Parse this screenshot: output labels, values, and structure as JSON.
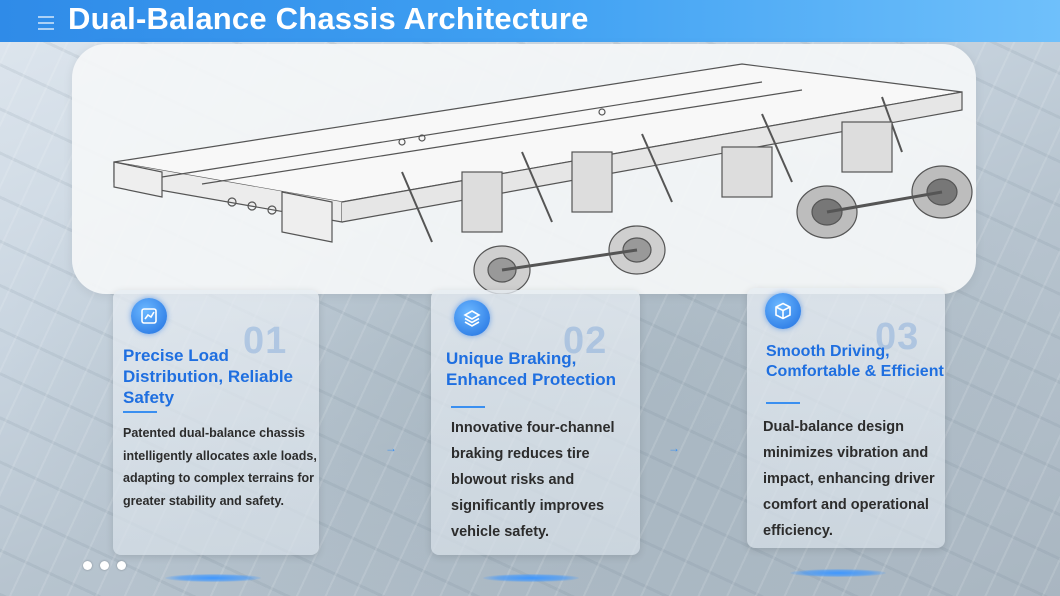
{
  "header": {
    "title": "Dual-Balance Chassis Architecture"
  },
  "cards": [
    {
      "number": "01",
      "icon": "chart-icon",
      "title": "Precise Load Distribution, Reliable Safety",
      "body": "Patented dual-balance chassis intelligently allocates axle loads, adapting to complex terrains for greater stability and safety."
    },
    {
      "number": "02",
      "icon": "layers-icon",
      "title": "Unique Braking, Enhanced Protection",
      "body": "Innovative four-channel braking reduces tire blowout risks and significantly improves vehicle safety."
    },
    {
      "number": "03",
      "icon": "cube-icon",
      "title": "Smooth Driving, Comfortable & Efficient",
      "body": "Dual-balance design minimizes vibration and impact, enhancing driver comfort and operational efficiency."
    }
  ],
  "colors": {
    "accent": "#1f6fe0",
    "header_start": "#2f8be8",
    "header_end": "#6fc0fb"
  }
}
